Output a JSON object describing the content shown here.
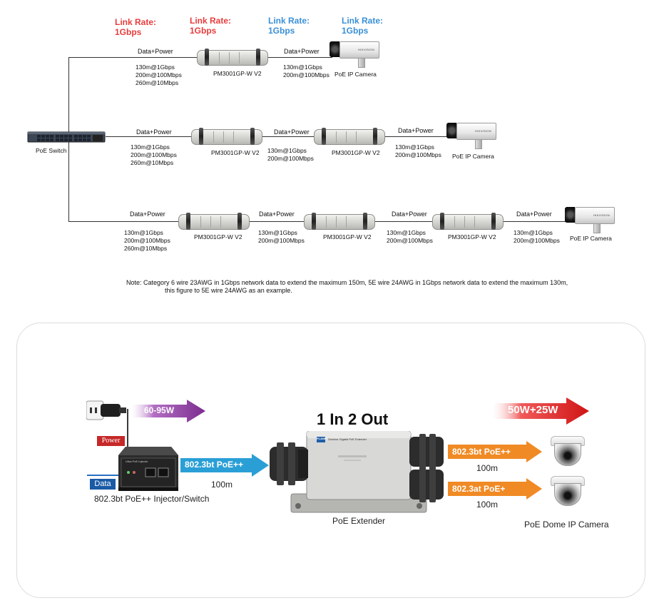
{
  "top_diagram": {
    "link_rates": [
      {
        "line1": "Link Rate:",
        "line2": "1Gbps",
        "color": "#e83c3c"
      },
      {
        "line1": "Link Rate:",
        "line2": "1Gbps",
        "color": "#e83c3c"
      },
      {
        "line1": "Link Rate:",
        "line2": "1Gbps",
        "color": "#3a8fd6"
      },
      {
        "line1": "Link Rate:",
        "line2": "1Gbps",
        "color": "#3a8fd6"
      }
    ],
    "switch_label": "PoE Switch",
    "data_power": "Data+Power",
    "extender_model": "PM3001GP-W V2",
    "camera_label": "PoE IP Camera",
    "camera_brand": "HIKVISION",
    "spec_first": [
      "130m@1Gbps",
      "200m@100Mbps",
      "260m@10Mbps"
    ],
    "spec_next": [
      "130m@1Gbps",
      "200m@100Mbps"
    ],
    "note_line1": "Note: Category 6 wire 23AWG in 1Gbps network data to extend the maximum 150m, 5E wire 24AWG in 1Gbps network data to extend the maximum 130m,",
    "note_line2": "this figure to 5E wire 24AWG as an example."
  },
  "bottom_diagram": {
    "power_badge": "Power",
    "data_badge": "Data",
    "input_range": "60-95W",
    "injector_label": "802.3bt PoE++ Injector/Switch",
    "injector_face_title": "Ultra PoE Injector",
    "uplink_standard": "802.3bt PoE++",
    "uplink_distance": "100m",
    "title": "1 In 2 Out",
    "extender_label": "PoE Extender",
    "extender_face_brand": "PLANET",
    "extender_face_title": "Outdoor Gigabit PoE Extender",
    "output_power": "50W+25W",
    "out1_standard": "802.3bt PoE++",
    "out1_distance": "100m",
    "out2_standard": "802.3at PoE+",
    "out2_distance": "100m",
    "camera_label": "PoE Dome IP Camera",
    "colors": {
      "purple": "#8c3aa0",
      "blue": "#2a9fd6",
      "orange": "#f08a24",
      "red": "#e02020",
      "power_badge": "#c62828",
      "data_badge": "#1a5aa6"
    }
  }
}
